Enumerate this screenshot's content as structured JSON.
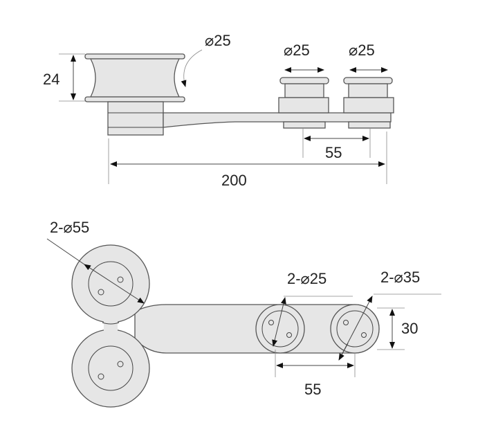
{
  "side_view": {
    "height_label": "24",
    "roller_diameter_label": "⌀25",
    "small_roller_1_label": "⌀25",
    "small_roller_2_label": "⌀25",
    "spacing_label": "55",
    "length_label": "200"
  },
  "top_view": {
    "large_disc_label": "2-⌀55",
    "hole_label": "2-⌀25",
    "small_disc_label": "2-⌀35",
    "width_label": "30",
    "spacing_label": "55"
  },
  "colors": {
    "fill": "#e6e6e6",
    "stroke": "#555555"
  }
}
